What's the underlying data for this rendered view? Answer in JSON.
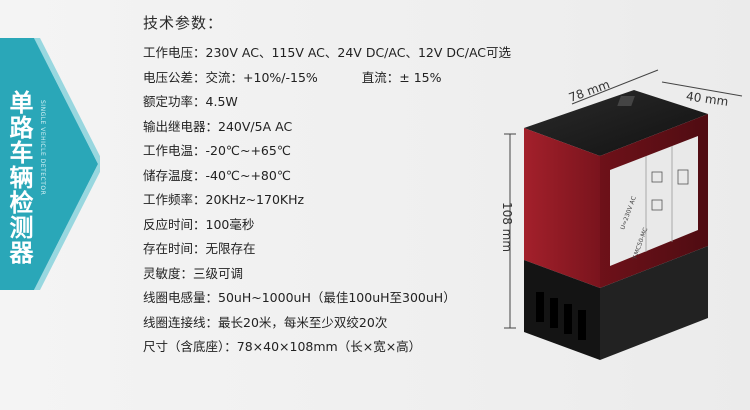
{
  "banner": {
    "title": "单路车辆检测器",
    "subtitle": "SINGLE VEHICLE DETECTOR",
    "color": "#2aa7b8"
  },
  "specs": {
    "heading": "技术参数：",
    "items": [
      {
        "label": "工作电压：",
        "value": "230V  AC、115V  AC、24V  DC/AC、12V  DC/AC可选"
      },
      {
        "label": "电压公差：",
        "value": "交流：+10%/-15%",
        "extra": "直流：± 15%"
      },
      {
        "label": "额定功率：",
        "value": "4.5W"
      },
      {
        "label": "输出继电器：",
        "value": "240V/5A  AC"
      },
      {
        "label": "工作电温：",
        "value": "-20℃~+65℃"
      },
      {
        "label": "储存温度：",
        "value": "-40℃~+80℃"
      },
      {
        "label": "工作频率：",
        "value": "20KHz~170KHz"
      },
      {
        "label": "反应时间：",
        "value": "100毫秒"
      },
      {
        "label": "存在时间：",
        "value": "无限存在"
      },
      {
        "label": "灵敏度：",
        "value": "三级可调"
      },
      {
        "label": "线圈电感量：",
        "value": "50uH~1000uH（最佳100uH至300uH）"
      },
      {
        "label": "线圈连接线：",
        "value": "最长20米，每米至少双绞20次"
      },
      {
        "label": "尺寸（含底座）：",
        "value": "78×40×108mm（长×宽×高）"
      }
    ]
  },
  "device": {
    "dim_length": "78 mm",
    "dim_width": "40 mm",
    "dim_height": "108 mm",
    "label_voltage": "U=230V AC",
    "label_model": "Y-MC50-MC",
    "body_color": "#8b1822",
    "base_color": "#1a1a1a"
  }
}
